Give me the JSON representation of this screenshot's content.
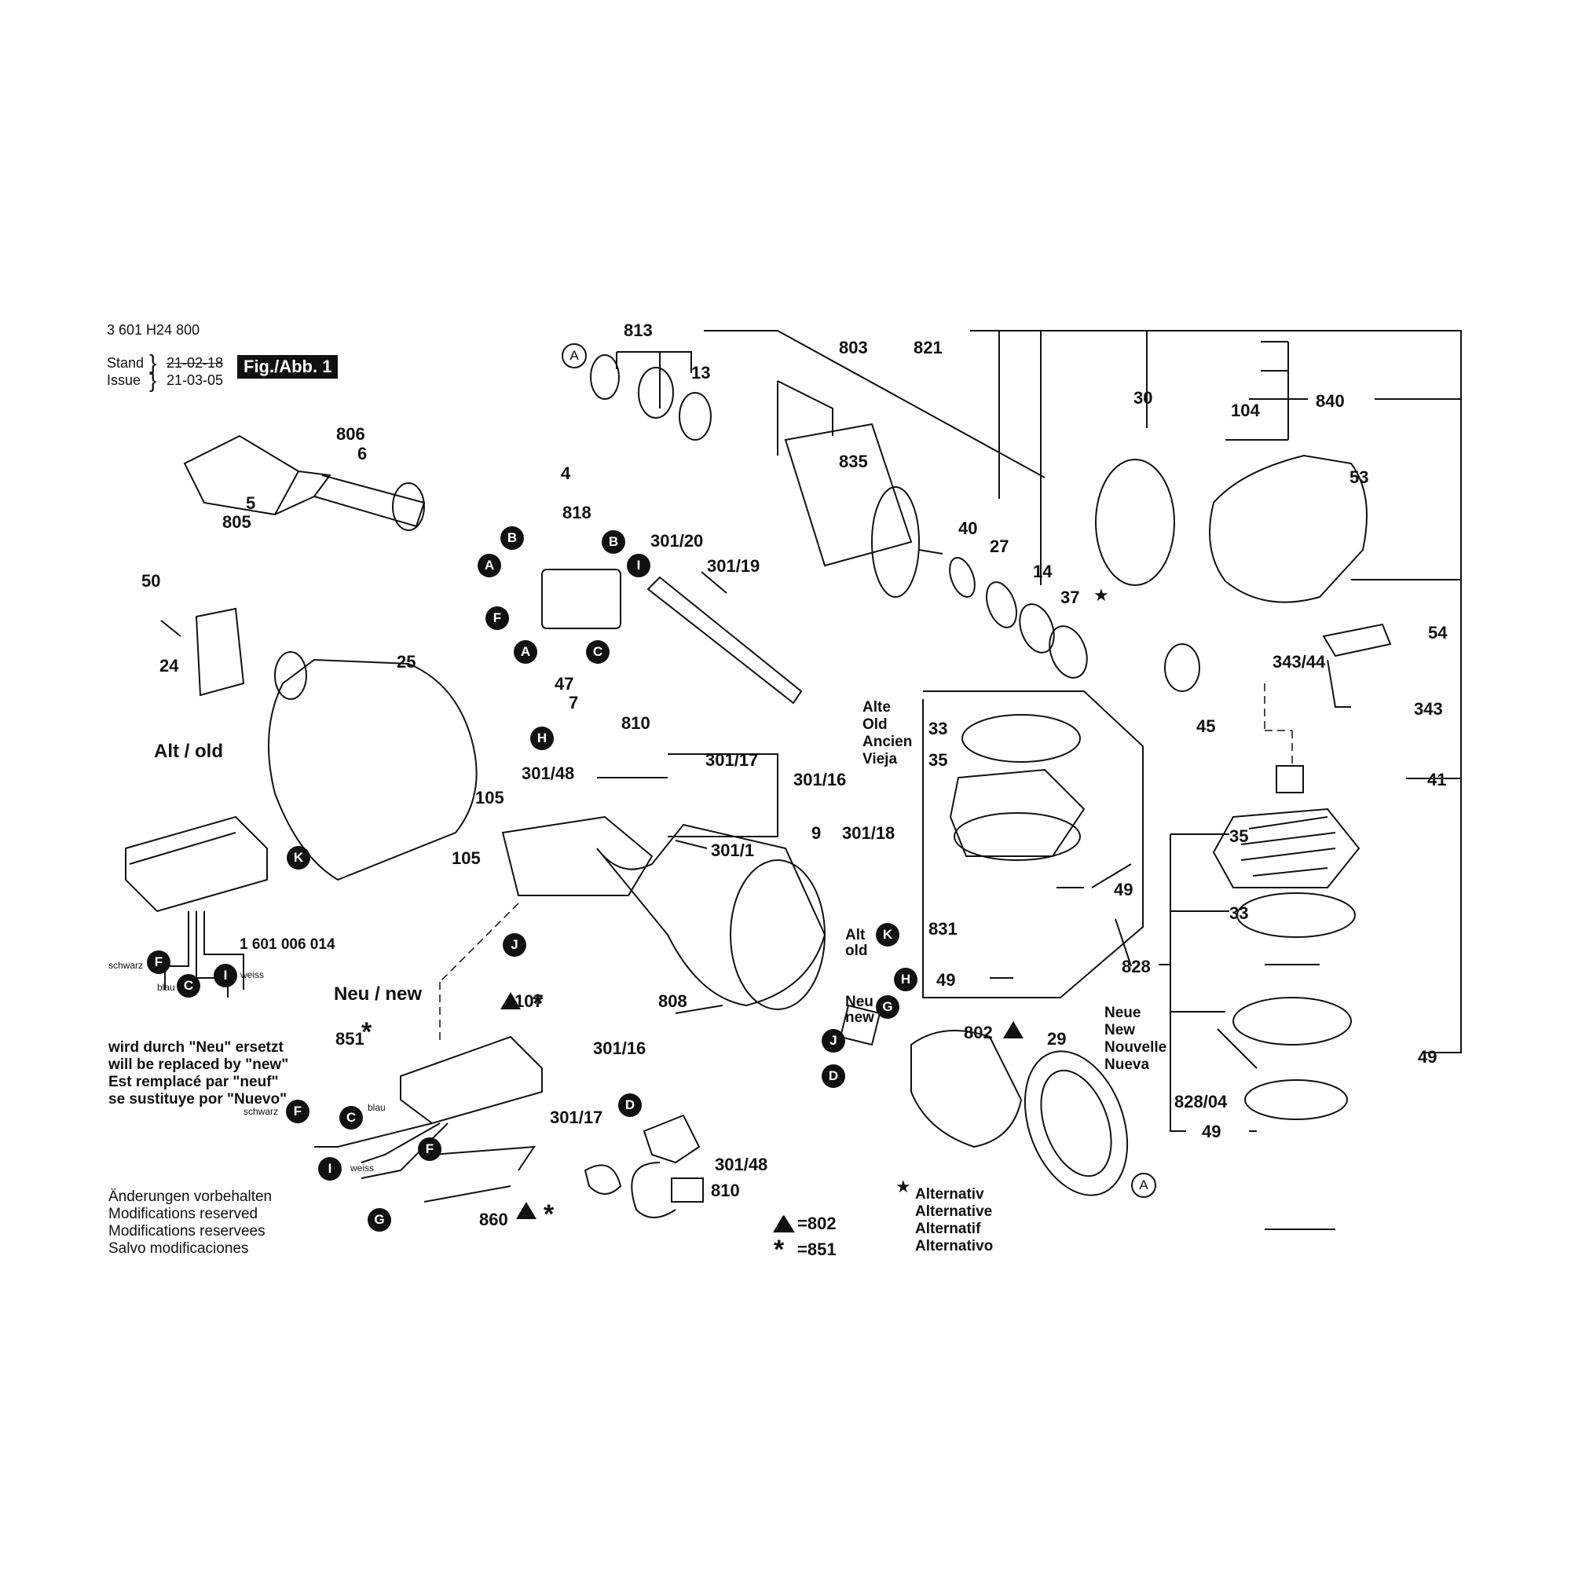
{
  "header": {
    "doc_number": "3 601 H24 800",
    "stand_label": "Stand",
    "stand_date": "21-02-18",
    "issue_label": "Issue",
    "issue_date": "21-03-05",
    "figure_badge": "Fig./Abb. 1"
  },
  "sections": {
    "alt_old": "Alt / old",
    "neu_new": "Neu / new",
    "replaced_de": "wird durch \"Neu\" ersetzt",
    "replaced_en": "will be replaced by \"new\"",
    "replaced_fr": "Est remplacé par \"neuf\"",
    "replaced_es": "se sustituye por \"Nuevo\"",
    "gear_alte": "Alte",
    "gear_old": "Old",
    "gear_ancien": "Ancien",
    "gear_vieja": "Vieja",
    "gear_neue": "Neue",
    "gear_new": "New",
    "gear_nouvelle": "Nouvelle",
    "gear_nueva": "Nueva",
    "housing_alt": "Alt",
    "housing_old": "old",
    "housing_neu": "Neu",
    "housing_new": "new"
  },
  "wire_colors": {
    "schwarz": "schwarz",
    "blau": "blau",
    "weiss": "weiss"
  },
  "part_numbers": {
    "p813": "813",
    "p803": "803",
    "p821": "821",
    "p13": "13",
    "p835": "835",
    "p30": "30",
    "p104": "104",
    "p840": "840",
    "p53": "53",
    "p806": "806",
    "p6": "6",
    "p5": "5",
    "p805": "805",
    "p4": "4",
    "p818": "818",
    "p301_20": "301/20",
    "p301_19": "301/19",
    "p40": "40",
    "p27": "27",
    "p14": "14",
    "p37": "37",
    "p50": "50",
    "p24": "24",
    "p25": "25",
    "p47": "47",
    "p7": "7",
    "p54": "54",
    "p343_44": "343/44",
    "p45": "45",
    "p343": "343",
    "p810a": "810",
    "p301_17a": "301/17",
    "p301_16a": "301/16",
    "p301_48a": "301/48",
    "p33a": "33",
    "p35a": "35",
    "p41": "41",
    "p105a": "105",
    "p105b": "105",
    "p9": "9",
    "p301_18": "301/18",
    "p301_1": "301/1",
    "p35b": "35",
    "p49a": "49",
    "p33b": "33",
    "p831": "831",
    "p49b": "49",
    "p1601": "1 601 006 014",
    "p107": "107",
    "p808": "808",
    "p802": "802",
    "p29": "29",
    "p828": "828",
    "p851": "851",
    "p49c": "49",
    "p301_16b": "301/16",
    "p301_17b": "301/17",
    "p301_48b": "301/48",
    "p810b": "810",
    "p828_04": "828/04",
    "p49d": "49",
    "p860": "860"
  },
  "markers": {
    "A": "A",
    "B": "B",
    "C": "C",
    "D": "D",
    "F": "F",
    "G": "G",
    "H": "H",
    "I": "I",
    "J": "J",
    "K": "K"
  },
  "legend": {
    "triangle_eq": "=802",
    "star_eq": "=851",
    "alt_de": "Alternativ",
    "alt_en": "Alternative",
    "alt_fr": "Alternatif",
    "alt_es": "Alternativo"
  },
  "footer": {
    "line_de": "Änderungen vorbehalten",
    "line_en": "Modifications reserved",
    "line_fr": "Modifications reservees",
    "line_es": "Salvo modificaciones"
  }
}
